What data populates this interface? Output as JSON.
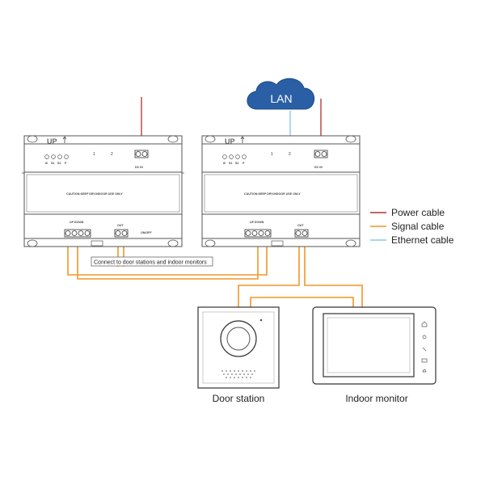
{
  "module_left": {
    "up_label": "UP",
    "led_labels": [
      "Ø",
      "S1",
      "S2",
      "P"
    ],
    "port_numbers": [
      "1",
      "2"
    ],
    "power_term": "DC IN",
    "caution": "CAUTION:KEEP DRY,INDOOR USE ONLY",
    "updown_label": "UP  DOWN",
    "out_label": "OUT",
    "onoff_label": "ON/OFF"
  },
  "module_right": {
    "up_label": "UP",
    "led_labels": [
      "Ø",
      "S1",
      "S2",
      "P"
    ],
    "port_numbers": [
      "1",
      "2"
    ],
    "power_term": "DC IN",
    "caution": "CAUTION:KEEP DRY,INDOOR USE ONLY",
    "updown_label": "UP  DOWN",
    "out_label": "OUT"
  },
  "cloud": {
    "label": "LAN"
  },
  "connect_label": "Connect to door stations and indoor monitors",
  "door_station": {
    "label": "Door station"
  },
  "indoor_monitor": {
    "label": "Indoor monitor"
  },
  "legend": [
    {
      "label": "Power cable",
      "color": "#b0302a"
    },
    {
      "label": "Signal cable",
      "color": "#f0962a"
    },
    {
      "label": "Ethernet cable",
      "color": "#8cc8e6"
    }
  ]
}
